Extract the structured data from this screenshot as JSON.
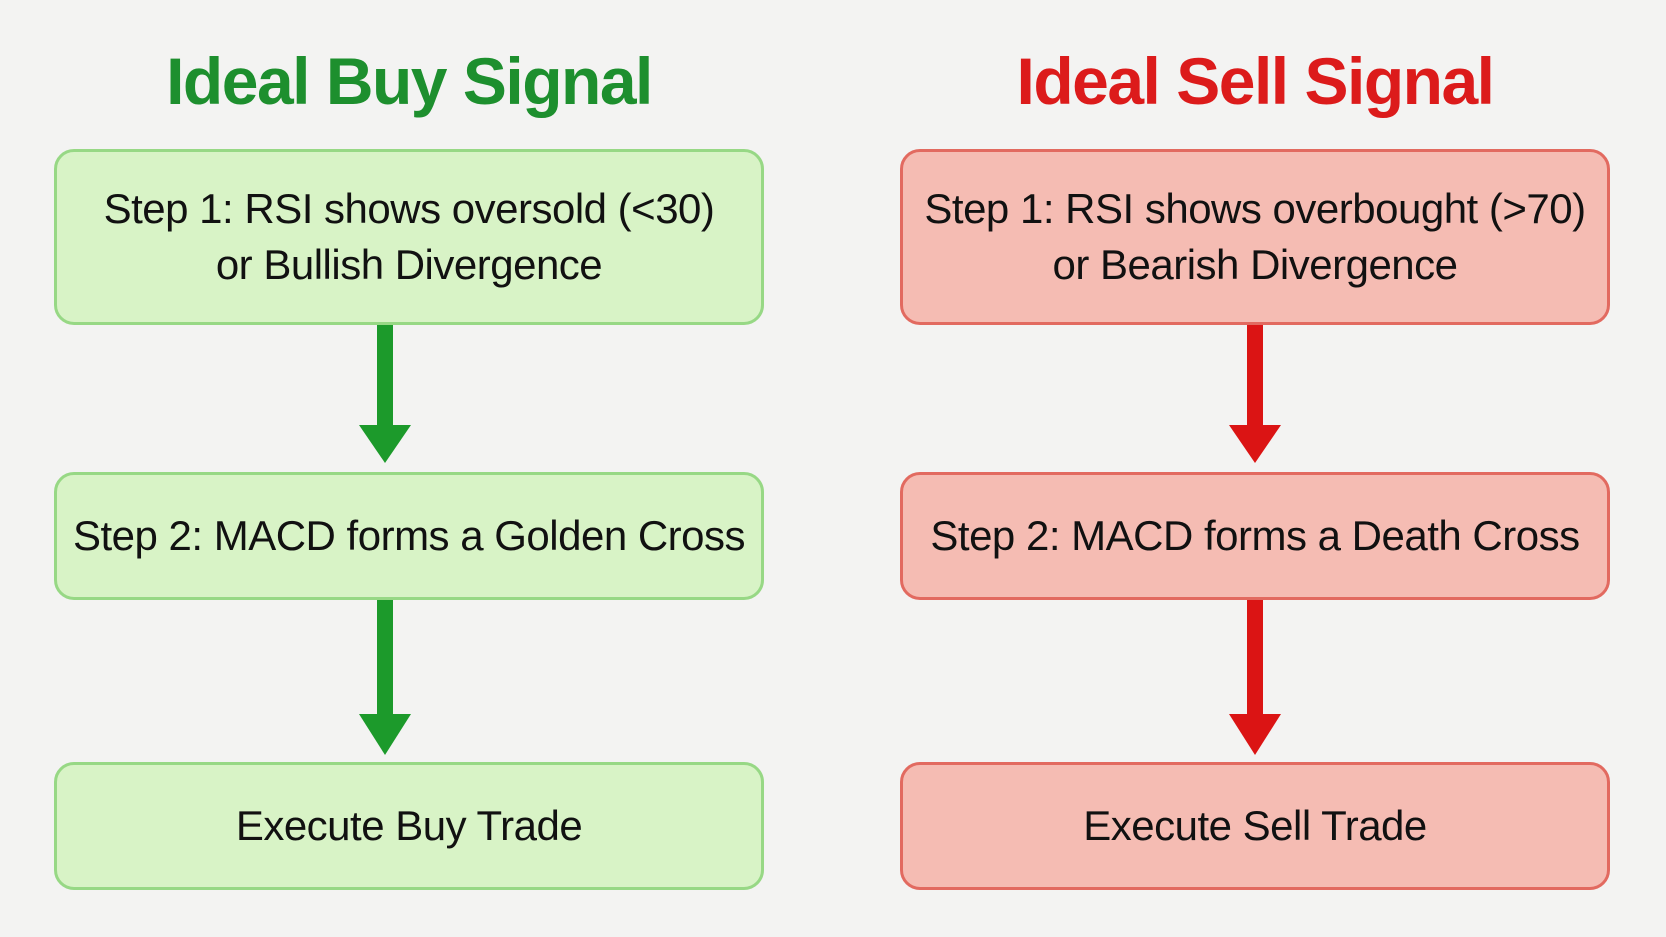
{
  "buy": {
    "title": "Ideal Buy Signal",
    "step1": [
      "Step 1: RSI shows oversold (<30)",
      "or Bullish Divergence"
    ],
    "step2": "Step 2: MACD forms a Golden Cross",
    "step3": "Execute Buy Trade"
  },
  "sell": {
    "title": "Ideal Sell Signal",
    "step1": [
      "Step 1: RSI shows overbought (>70)",
      "or Bearish Divergence"
    ],
    "step2": "Step 2: MACD forms a Death Cross",
    "step3": "Execute Sell Trade"
  },
  "colors": {
    "buy_title": "#1d8f2e",
    "buy_arrow": "#1c9a2b",
    "buy_box_fill": "#d8f3c6",
    "buy_box_border": "#97d885",
    "sell_title": "#dc1b1b",
    "sell_arrow": "#db1414",
    "sell_box_fill": "#f5bcb3",
    "sell_box_border": "#e26a60",
    "text": "#111111"
  }
}
